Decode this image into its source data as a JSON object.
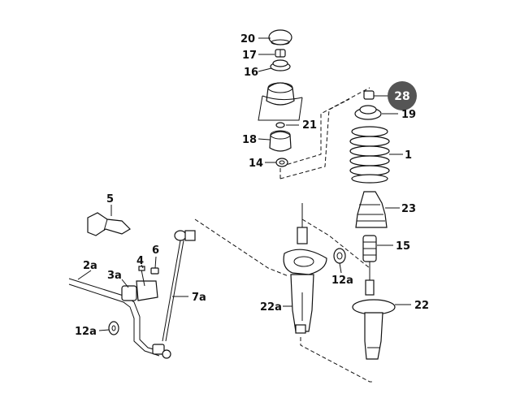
{
  "labels": {
    "p20": "20",
    "p17": "17",
    "p16": "16",
    "p21": "21",
    "p18": "18",
    "p14": "14",
    "p28": "28",
    "p19": "19",
    "p1": "1",
    "p23": "23",
    "p15": "15",
    "p5": "5",
    "p2a": "2a",
    "p3a": "3a",
    "p4": "4",
    "p6": "6",
    "p7a": "7a",
    "p12a_right": "12a",
    "p22a": "22a",
    "p22": "22",
    "p12a_left": "12a"
  },
  "colors": {
    "line": "#111111",
    "badge_fill": "#555555",
    "badge_text": "#ffffff"
  }
}
